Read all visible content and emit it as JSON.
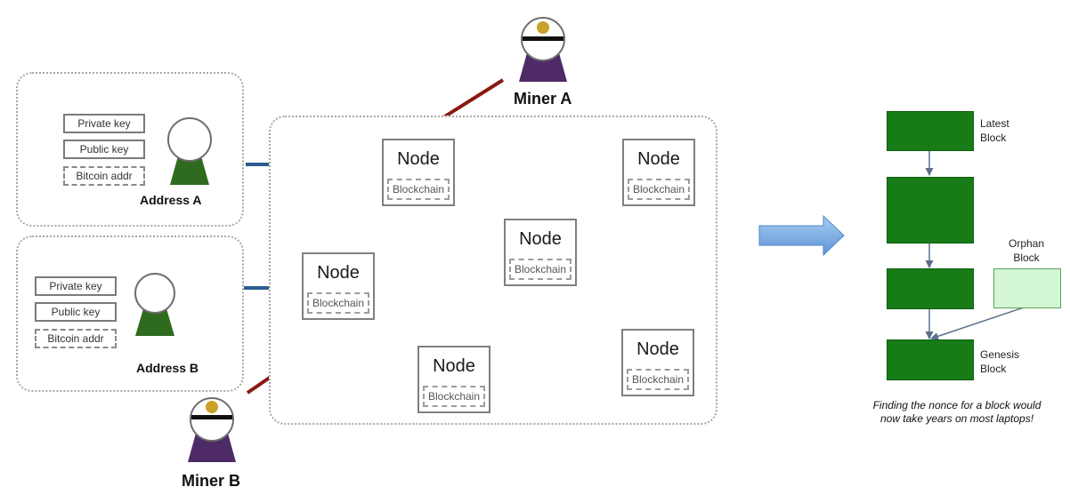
{
  "addresses": [
    {
      "label": "Address A",
      "private_key": "Private key",
      "public_key": "Public key",
      "bitcoin_addr": "Bitcoin addr"
    },
    {
      "label": "Address B",
      "private_key": "Private key",
      "public_key": "Public key",
      "bitcoin_addr": "Bitcoin addr"
    }
  ],
  "miners": [
    {
      "label": "Miner A"
    },
    {
      "label": "Miner B"
    }
  ],
  "node": {
    "title": "Node",
    "blockchain": "Blockchain"
  },
  "chain": {
    "latest": "Latest Block",
    "orphan": "Orphan Block",
    "genesis": "Genesis Block",
    "caption_line1": "Finding the nonce for a block would",
    "caption_line2": "now take years on most laptops!"
  },
  "colors": {
    "address_user": "#2f6b1f",
    "miner": "#4e2a66",
    "miner_coin": "#c9a227",
    "blue_arrow": "#2c5d8e",
    "red_arrow": "#8b1a12",
    "block_green": "#177b17",
    "orphan_fill": "#d4f7d4",
    "big_arrow": "#6aa1e0"
  }
}
